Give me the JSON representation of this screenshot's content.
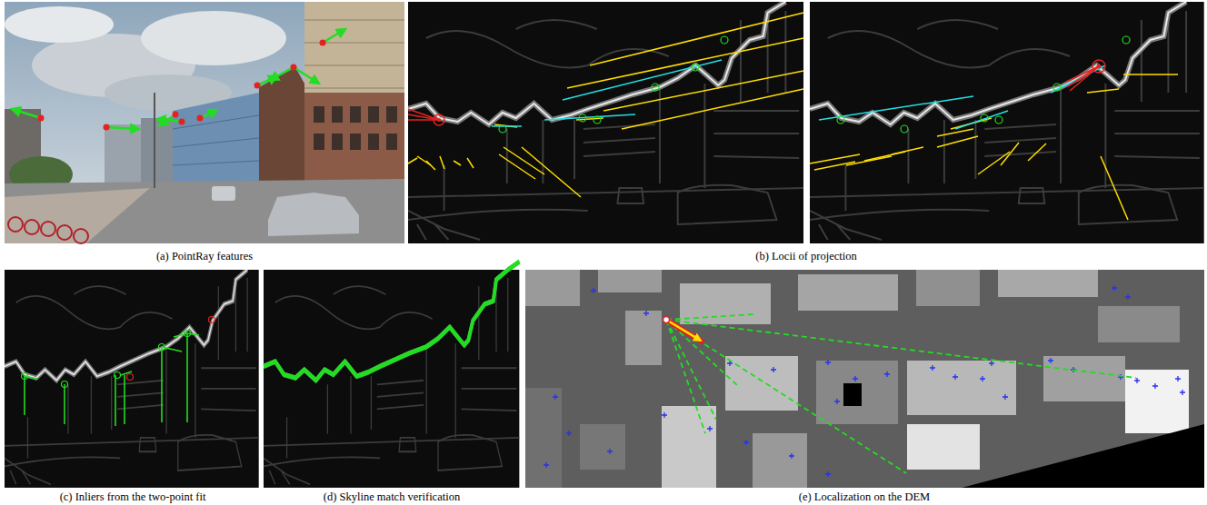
{
  "diagram": {
    "labels": [
      "(a) PointRay features",
      "(b) Locii of projection",
      "(c) Inliers from the two-point fit",
      "(d) Skyline match verification",
      "(e) Localization on the DEM"
    ]
  }
}
